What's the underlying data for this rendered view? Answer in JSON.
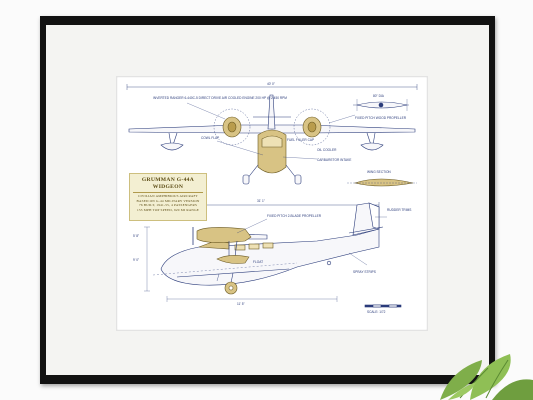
{
  "print": {
    "title": "GRUMMAN G-44A WIDGEON",
    "subtitle_line1": "CIVILIAN AMPHIBIOUS AIRCRAFT",
    "subtitle_line2": "BASED ON G-44 MILITARY VERSION",
    "subtitle_line3": "76 BUILT, 1941-55, 4 PASSENGERS",
    "subtitle_line4": "153 MPH TOP SPEED, 920 MI RANGE"
  },
  "labels": {
    "top_span": "40' 0\"",
    "top_note": "INVERTED RANGER 6-440C-5 DIRECT DRIVE AIR COOLED ENGINE 200 HP @ 2 450 RPM",
    "prop_note": "FIXED PITCH WOOD PROPELLER",
    "prop_dim": "80\" DIA",
    "cowl_note": "COWL FLAP",
    "front_center_note": "FUEL FILLER CAP",
    "oil_cooler": "OIL COOLER",
    "carb_note": "CARBURETOR INTAKE",
    "wing_section": "WING SECTION",
    "side_length": "31' 1\"",
    "side_note": "FIXED PITCH 2-BLADE PROPELLER",
    "rudder_note": "RUDDER TRIMS",
    "spray_note": "SPRAY STRIPS",
    "float_note": "FLOAT",
    "scale_label": "SCALE: 1/72",
    "dim_a": "9' 0\"",
    "dim_b": "11' 5\"",
    "dim_c": "5' 8\""
  },
  "colors": {
    "frame": "#121212",
    "mat": "#f4f4f2",
    "paper": "#ffffff",
    "line": "#2a3b7a",
    "gold": "#d8c384",
    "gold_dark": "#a58a3d",
    "title_bg": "#f3efd2"
  },
  "decor": {
    "plant": "plant-leaves-icon"
  }
}
